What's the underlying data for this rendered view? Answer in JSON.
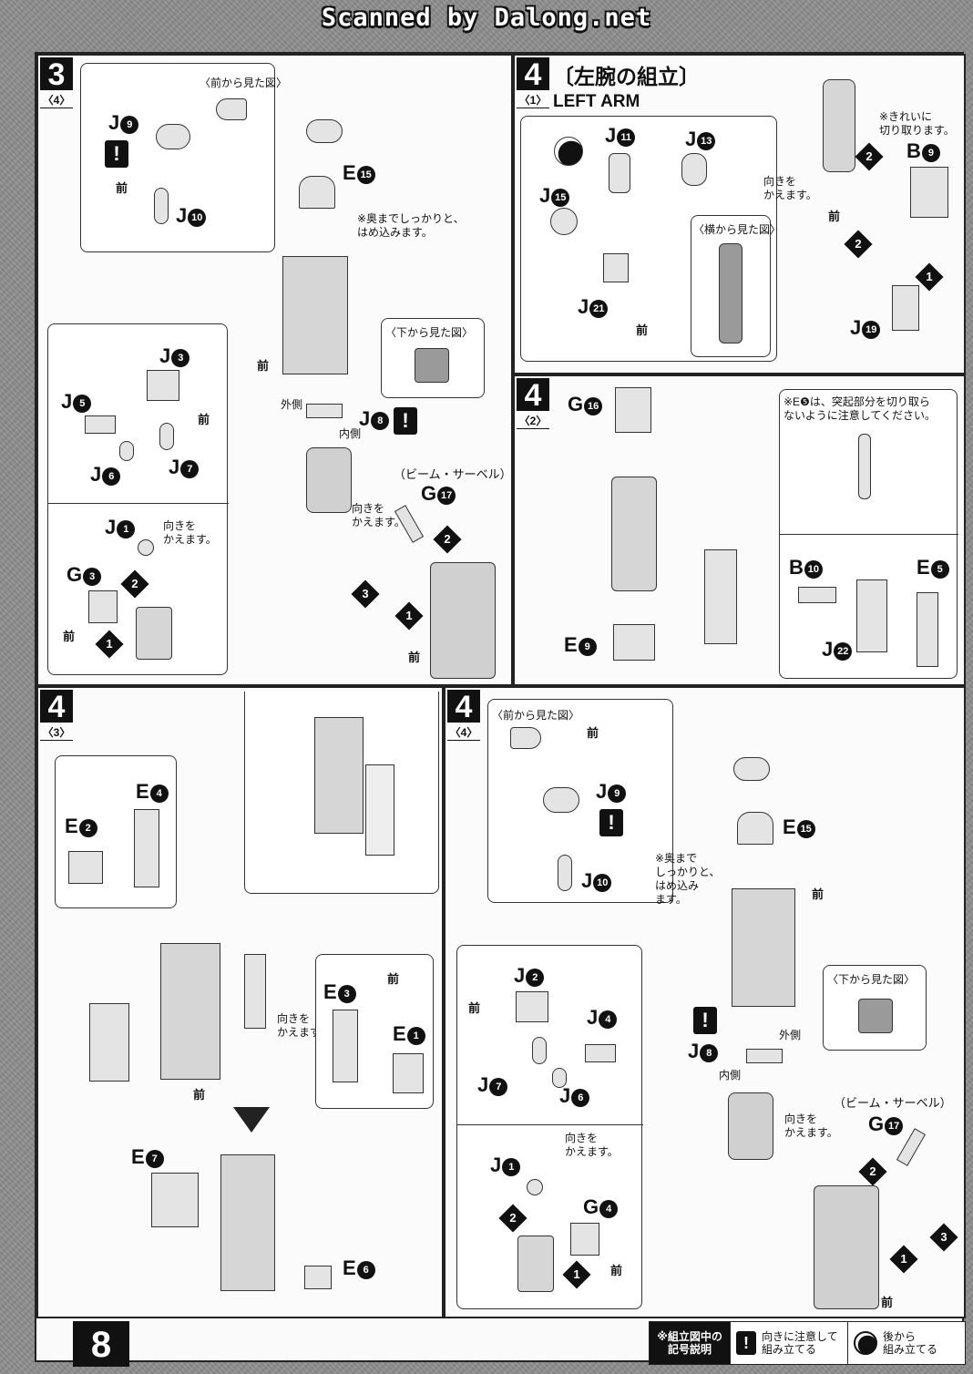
{
  "watermark": "Scanned by Dalong.net",
  "page_number": "8",
  "panels": {
    "step3_4": {
      "step": "3",
      "sub": "〈4〉",
      "view_front": "〈前から見た図〉",
      "view_bottom": "〈下から見た図〉",
      "note_insert": "※奥までしっかりと、\nはめ込みます。",
      "beam_saber": "（ビーム・サーベル）",
      "turn": "向きを\nかえます。",
      "outer": "外側",
      "inner": "内側",
      "front": "前",
      "parts": [
        "J9",
        "J10",
        "E15",
        "J8",
        "J3",
        "J5",
        "J6",
        "J7",
        "J1",
        "G3",
        "G17"
      ]
    },
    "step4_1": {
      "step": "4",
      "sub": "〈1〉",
      "title_jp": "〔左腕の組立〕",
      "title_en": "LEFT ARM",
      "note_cut": "※きれいに\n切り取ります。",
      "view_side": "〈横から見た図〉",
      "turn": "向きを\nかえます。",
      "front": "前",
      "parts": [
        "J11",
        "J13",
        "J15",
        "J21",
        "B9",
        "J19"
      ]
    },
    "step4_2": {
      "step": "4",
      "sub": "〈2〉",
      "note_e5": "※E❺は、突起部分を切り取ら\nないように注意してください。",
      "parts": [
        "G16",
        "E9",
        "B10",
        "E5",
        "J22"
      ]
    },
    "step4_3": {
      "step": "4",
      "sub": "〈3〉",
      "turn": "向きを\nかえます。",
      "front": "前",
      "parts": [
        "E4",
        "E2",
        "E3",
        "E1",
        "E7",
        "E6"
      ]
    },
    "step4_4": {
      "step": "4",
      "sub": "〈4〉",
      "view_front": "〈前から見た図〉",
      "view_bottom": "〈下から見た図〉",
      "note_insert": "※奥まで\nしっかりと、\nはめ込み\nます。",
      "beam_saber": "（ビーム・サーベル）",
      "turn": "向きを\nかえます。",
      "outer": "外側",
      "inner": "内側",
      "front": "前",
      "parts": [
        "J9",
        "J10",
        "E15",
        "J8",
        "J2",
        "J4",
        "J7",
        "J6",
        "J1",
        "G4",
        "G17"
      ]
    }
  },
  "legend": {
    "title": "※組立図中の\n記号説明",
    "warn": "向きに注意して\n組み立てる",
    "back": "後から\n組み立てる"
  }
}
